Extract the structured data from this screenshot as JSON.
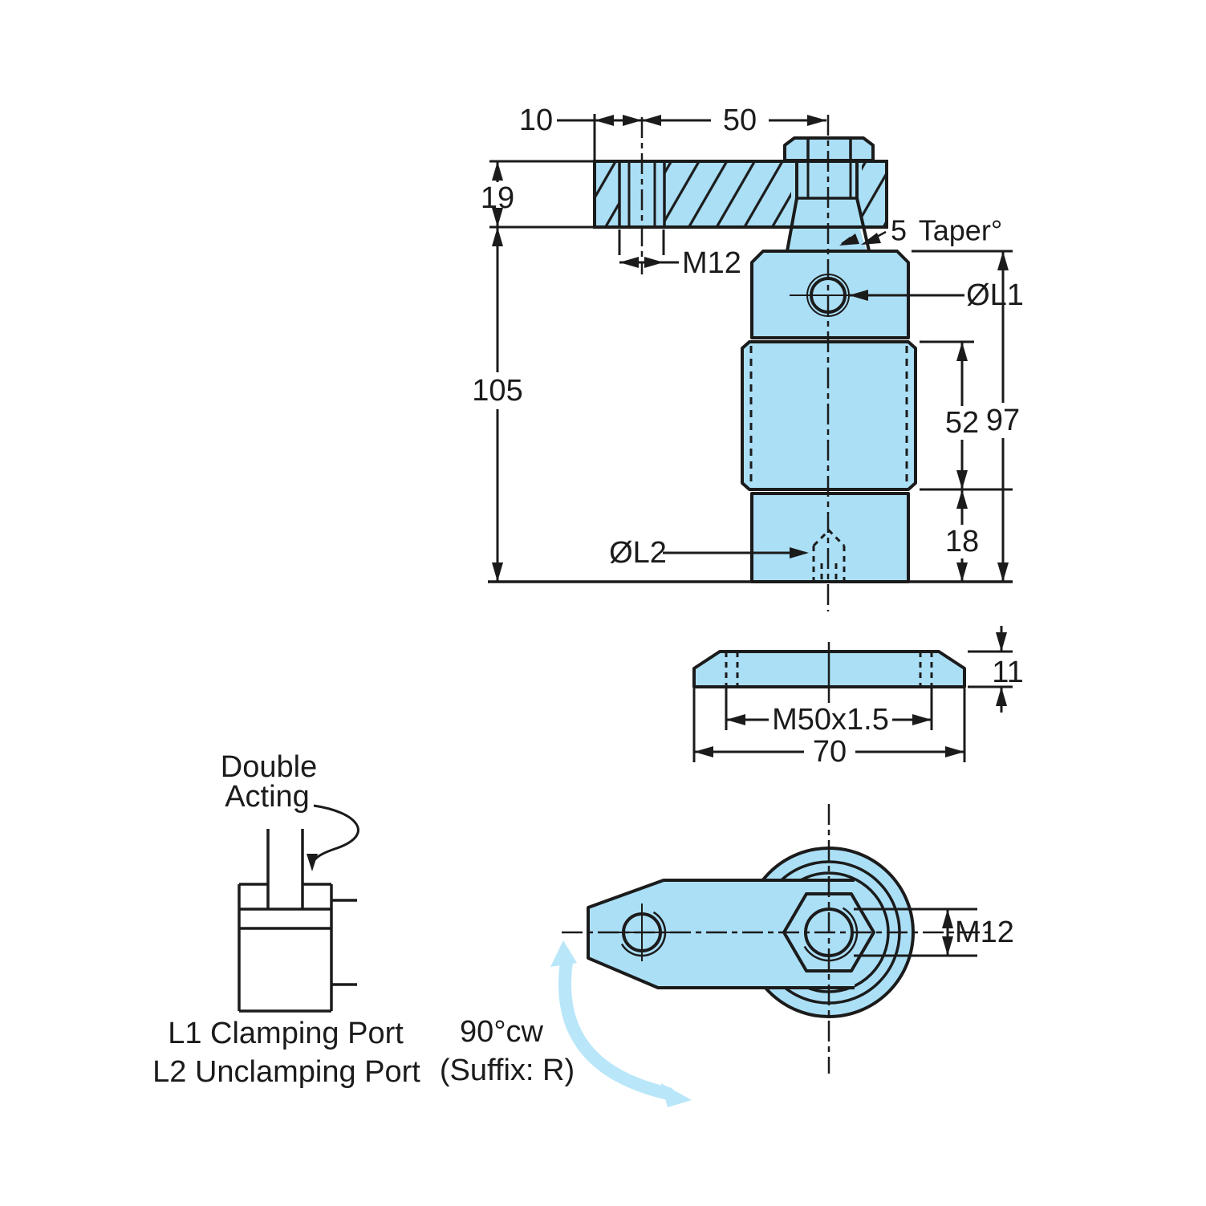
{
  "colors": {
    "body_fill": "#ABDFF6",
    "line_color": "#1B1B1B",
    "swing_arrow_fill": "#B9E6F9",
    "background": "#FFFFFF"
  },
  "front_view": {
    "dim_10": "10",
    "dim_50": "50",
    "dim_19": "19",
    "arm_thread_label": "M12",
    "taper_value": "5",
    "taper_unit": "Taper°",
    "port1_dia_label": "ØL1",
    "dim_105": "105",
    "dim_52": "52",
    "dim_97": "97",
    "dim_18": "18",
    "port2_dia_label": "ØL2"
  },
  "flange_view": {
    "dim_11": "11",
    "thread_label": "M50x1.5",
    "dim_70": "70"
  },
  "top_view": {
    "thread_label": "M12",
    "swing_angle_label": "90°cw",
    "swing_suffix_label": "(Suffix: R)"
  },
  "schematic": {
    "label_line1": "Double",
    "label_line2": "Acting",
    "port1_label": "L1 Clamping Port",
    "port2_label": "L2 Unclamping Port"
  }
}
